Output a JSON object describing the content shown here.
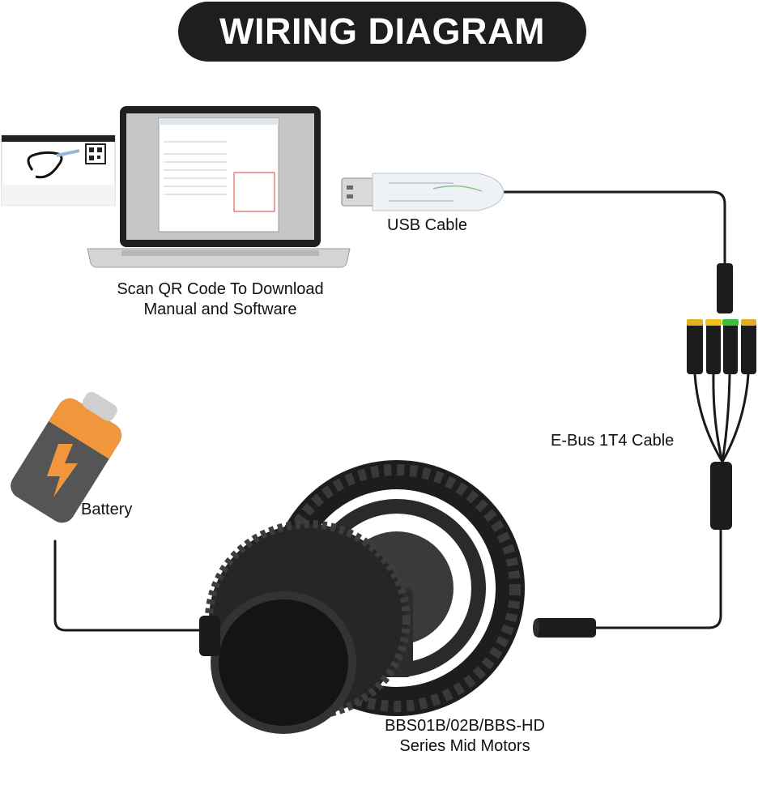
{
  "title": "WIRING DIAGRAM",
  "colors": {
    "title_bg": "#1e1e1e",
    "title_fg": "#ffffff",
    "battery_body": "#555555",
    "battery_cap": "#f0963c",
    "battery_bolt": "#f0963c",
    "cable": "#1a1a1a",
    "connector_yellow": "#f2c01e",
    "connector_green": "#3cbf3c"
  },
  "labels": {
    "usb_cable": "USB Cable",
    "scan_line1": "Scan QR Code To Download",
    "scan_line2": "Manual and Software",
    "ebus_cable": "E-Bus 1T4 Cable",
    "battery": "Battery",
    "motor_line1": "BBS01B/02B/BBS-HD",
    "motor_line2": "Series Mid Motors"
  },
  "icons": [
    "laptop-icon",
    "qr-card-icon",
    "usb-plug-icon",
    "battery-icon",
    "bolt-icon",
    "connector-icon",
    "motor-icon",
    "chainring-icon"
  ]
}
